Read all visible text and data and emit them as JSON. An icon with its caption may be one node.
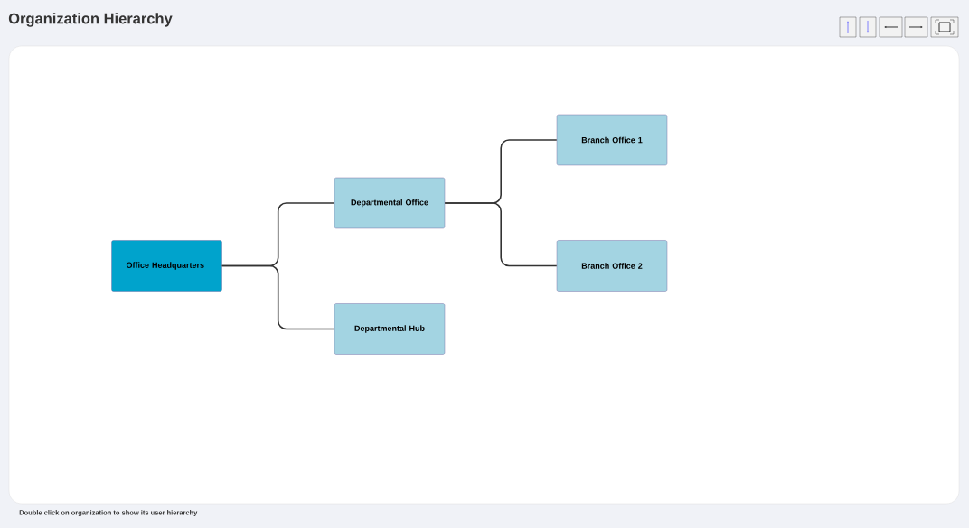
{
  "diagram": {
    "title": "Organization Hierarchy",
    "nodes": [
      {
        "text": [
          "Office Headquarters"
        ]
      },
      {
        "text": [
          "Departmental Office"
        ]
      },
      {
        "text": [
          "Departmental Hub"
        ]
      },
      {
        "text": [
          "Branch Office 1"
        ]
      },
      {
        "text": [
          "Branch Office 2"
        ]
      }
    ],
    "edges": [
      {
        "from": 0,
        "to": 1,
        "arrow": "none"
      },
      {
        "from": 0,
        "to": 2,
        "arrow": "none"
      },
      {
        "from": 1,
        "to": 3,
        "arrow": "none"
      },
      {
        "from": 1,
        "to": 4,
        "arrow": "none"
      }
    ],
    "labels": [
      "Double click on organization to show its user hierarchy"
    ]
  }
}
